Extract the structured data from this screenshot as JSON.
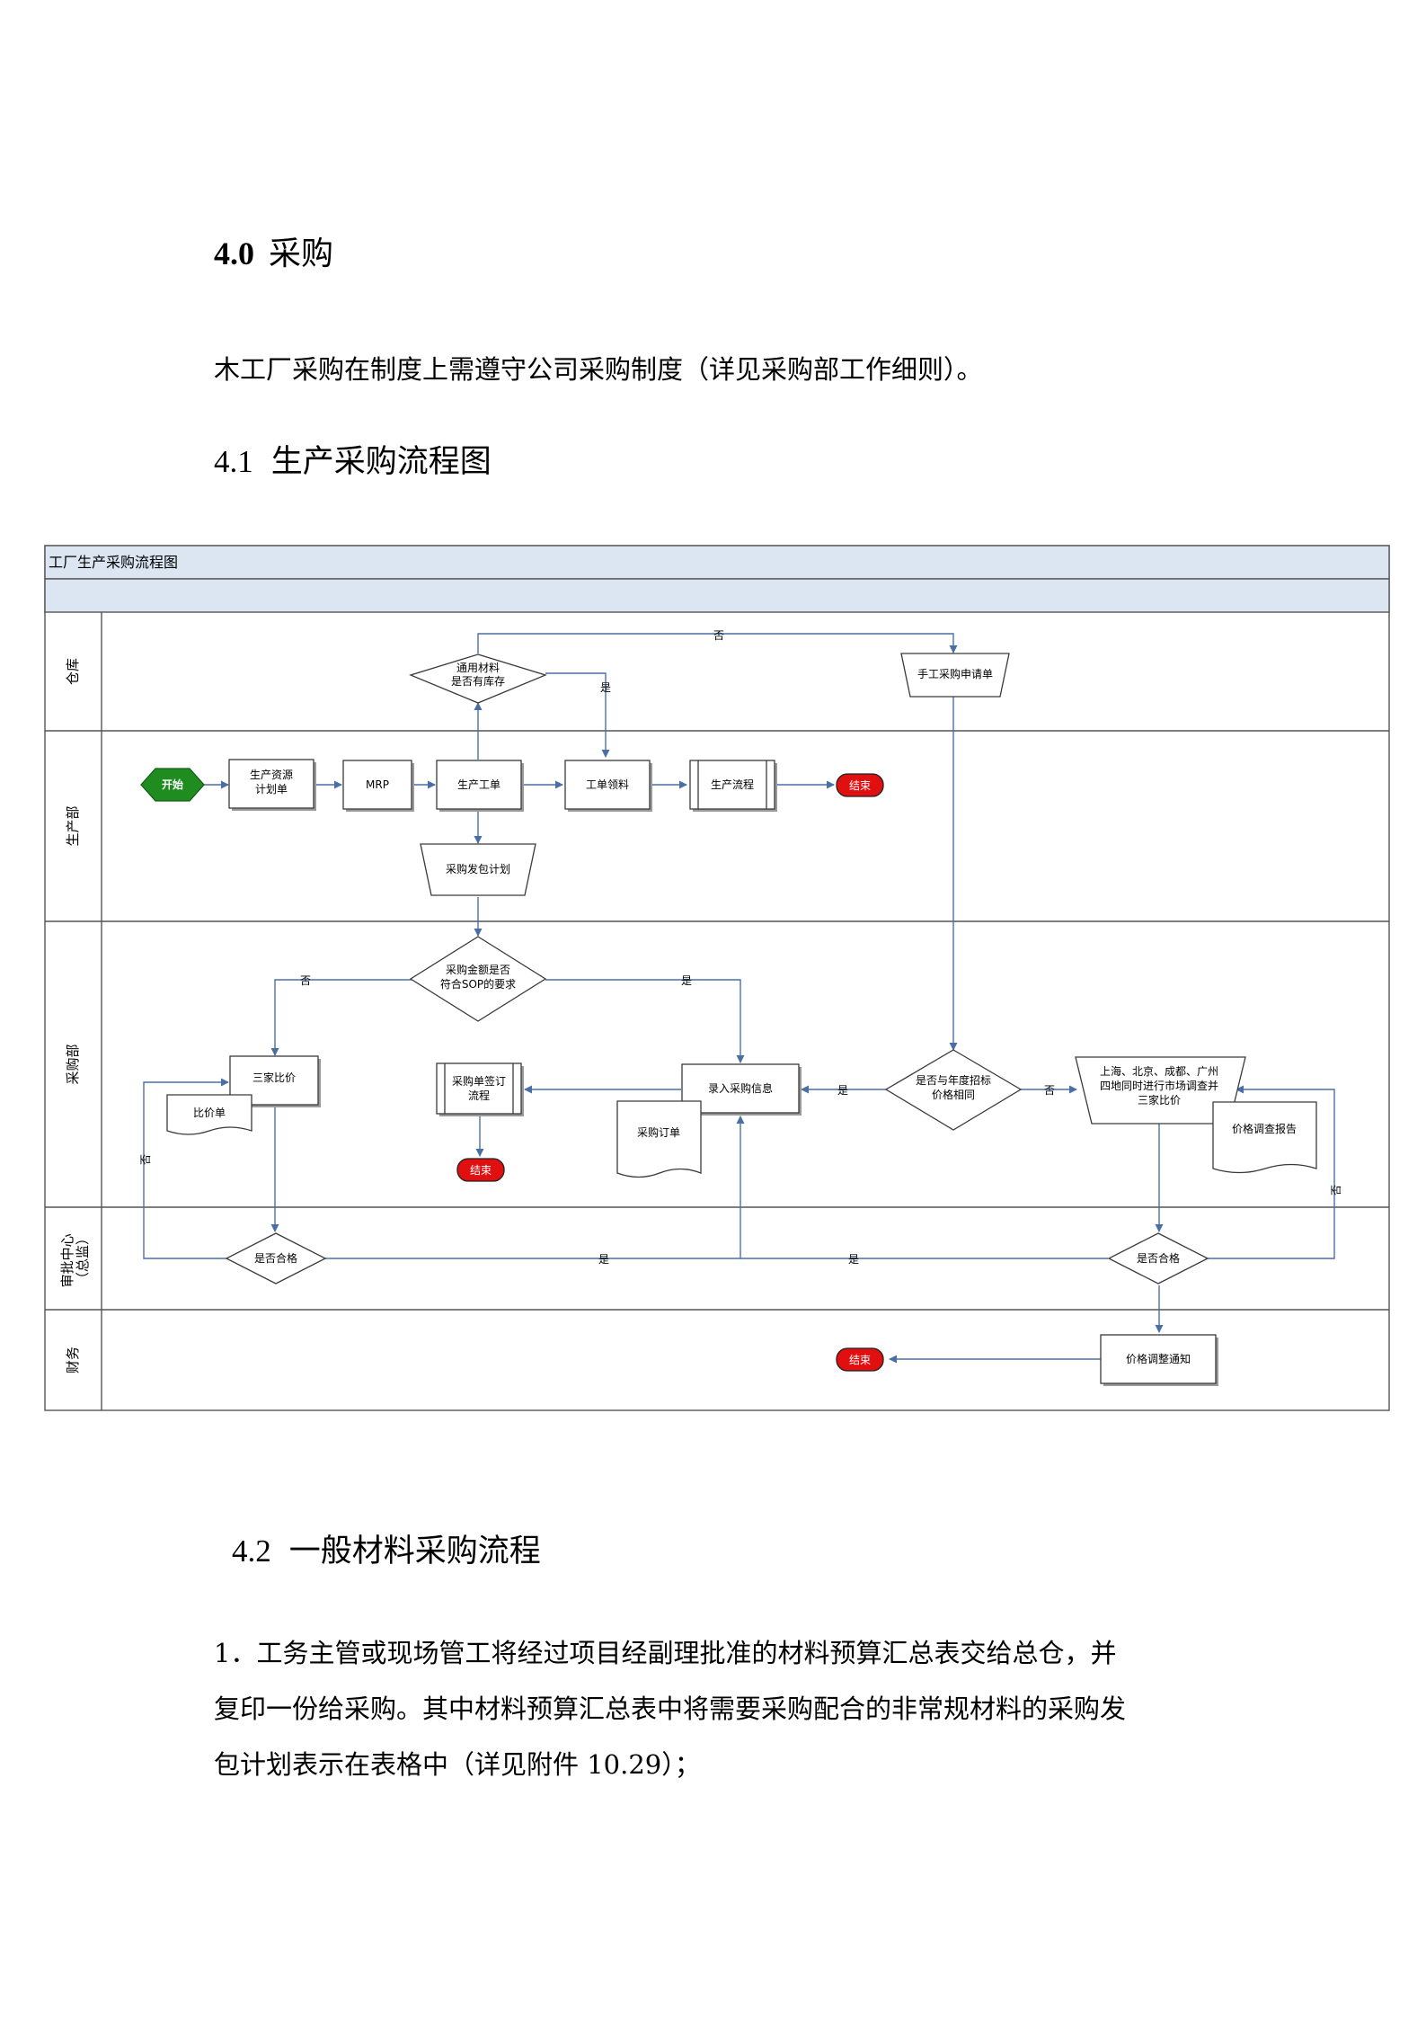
{
  "section": {
    "number": "4.0",
    "title": "采购"
  },
  "intro": "木工厂采购在制度上需遵守公司采购制度（详见采购部工作细则）。",
  "subsection1": {
    "number": "4.1",
    "title": "生产采购流程图"
  },
  "flowchart": {
    "title": "工厂生产采购流程图",
    "lanes": [
      "仓库",
      "生产部",
      "采购部",
      "审批中心\n（总监）",
      "财务"
    ],
    "nodes": {
      "start": "开始",
      "resource_plan": "生产资源\n计划单",
      "mrp": "MRP",
      "work_order": "生产工单",
      "stock_check": "通用材料\n是否有库存",
      "material_issue": "工单领料",
      "production": "生产流程",
      "end1": "结束",
      "manual_request": "手工采购申请单",
      "outsourcing_plan": "采购发包计划",
      "amount_check": "采购金额是否\n符合SOP的要求",
      "three_quotes": "三家比价",
      "quote_doc": "比价单",
      "po_sign": "采购单签订\n流程",
      "end2": "结束",
      "enter_po": "录入采购信息",
      "po_doc": "采购订单",
      "price_same": "是否与年度招标\n价格相同",
      "market_survey": "上海、北京、成都、广州\n四地同时进行市场调查并\n三家比价",
      "price_report": "价格调查报告",
      "pass1": "是否合格",
      "pass2": "是否合格",
      "price_notice": "价格调整通知",
      "end3": "结束"
    },
    "yes": "是",
    "no": "否"
  },
  "subsection2": {
    "number": "4.2",
    "title": "一般材料采购流程"
  },
  "body_lines": [
    "1．工务主管或现场管工将经过项目经副理批准的材料预算汇总表交给总仓，并",
    "复印一份给采购。其中材料预算汇总表中将需要采购配合的非常规材料的采购发",
    "包计划表示在表格中（详见附件 10.29）；"
  ],
  "colors": {
    "header_fill": "#dce6f2",
    "start_fill": "#1e8c1e",
    "end_fill": "#e01010",
    "connector": "#4a6fa5"
  }
}
